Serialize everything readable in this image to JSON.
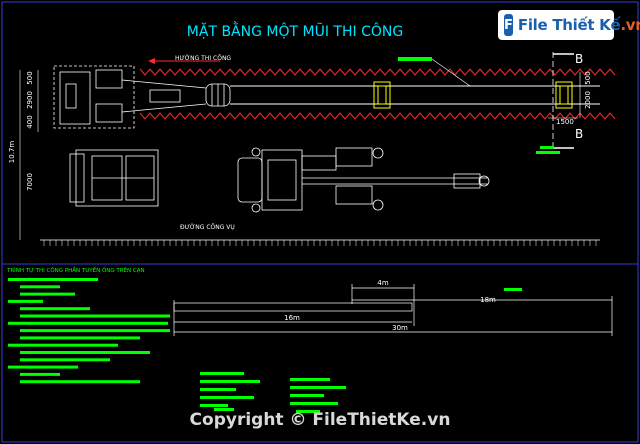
{
  "title": "MẶT BẰNG MỘT MŨI THI CÔNG",
  "labels": {
    "direction": "HƯỚNG THI CÔNG",
    "road": "ĐƯỜNG CÔNG VỤ",
    "section_b_top": "B",
    "section_b_bottom": "B",
    "table_title": "TRÌNH TỰ THI CÔNG PHẦN TUYẾN ỐNG TRÊN CẠN"
  },
  "dimensions": {
    "left": [
      "500",
      "2900",
      "400"
    ],
    "left_outer": [
      "10.7m",
      "7000"
    ],
    "right_small": [
      "1500",
      "2000",
      "500"
    ],
    "bottom": [
      "4m",
      "18m",
      "16m",
      "30m"
    ]
  },
  "brand": {
    "logo_text": "File Thiết Kế",
    "logo_suffix": ".vn",
    "copyright": "Copyright © FileThietKe.vn"
  },
  "colors": {
    "background": "#000000",
    "line": "#ffffff",
    "cyan": "#00e5ff",
    "green": "#00ff00",
    "yellow": "#ffff00",
    "red": "#ff2a2a",
    "magenta": "#ff2aff"
  }
}
